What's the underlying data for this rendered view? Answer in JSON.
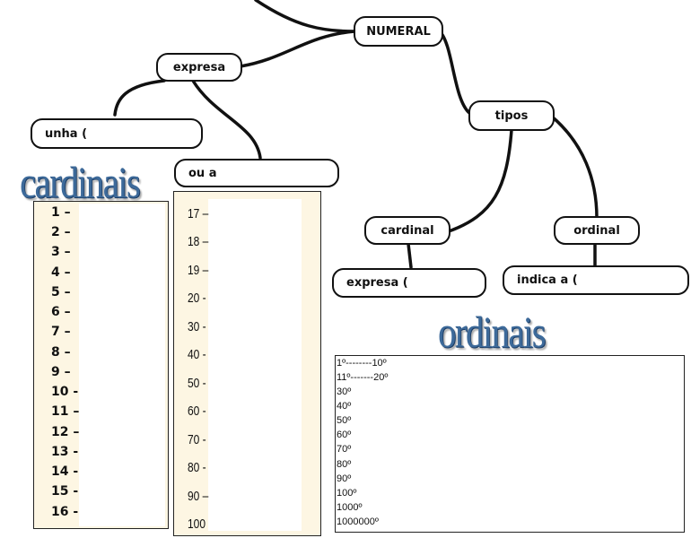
{
  "nodes": {
    "numeral": "NUMERAL",
    "expresa_top": "expresa",
    "unha": "unha (",
    "ou_a": "ou a",
    "tipos": "tipos",
    "cardinal": "cardinal",
    "ordinal": "ordinal",
    "expresa_cardinal": "expresa (",
    "indica_a": "indica a ("
  },
  "titles": {
    "cardinais": "cardinais",
    "ordinais": "ordinais"
  },
  "cardinal_list_1": [
    "1 –",
    "2 –",
    "3 –",
    "4 –",
    "5 –",
    "6 –",
    "7 –",
    "8 –",
    "9 –",
    "10 -",
    "11 –",
    "12 –",
    "13 -",
    "14 -",
    "15 -",
    "16 -"
  ],
  "cardinal_list_2": [
    "17 –",
    "18 –",
    "19 –",
    "20 -",
    "30 -",
    "40 -",
    "50 -",
    "60 -",
    "70 -",
    "80 -",
    "90 –",
    "100"
  ],
  "ordinal_list": [
    "1º--------10º",
    "11º-------20º",
    "30º",
    "40º",
    "50º",
    "60º",
    "70º",
    "80º",
    "90º",
    "100º",
    "1000º",
    "1000000º"
  ]
}
